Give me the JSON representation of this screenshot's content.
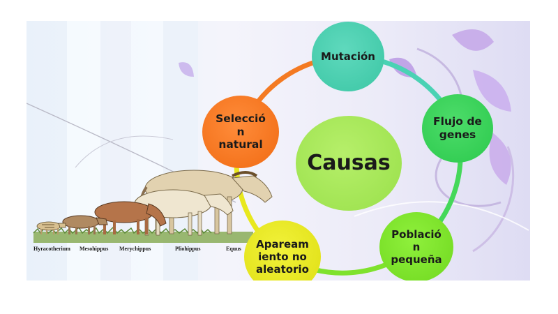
{
  "diagram": {
    "center": "Causas",
    "causes": [
      {
        "id": "mutacion",
        "lines": [
          "Mutación"
        ],
        "color": "#49cdb0"
      },
      {
        "id": "flujo",
        "lines": [
          "Flujo de",
          "genes"
        ],
        "color": "#36d05a"
      },
      {
        "id": "poblacion",
        "lines": [
          "Població",
          "n",
          "pequeña"
        ],
        "color": "#7fe22d"
      },
      {
        "id": "apareamiento",
        "lines": [
          "Apaream",
          "iento no",
          "aleatorio"
        ],
        "color": "#e8e820"
      },
      {
        "id": "seleccion",
        "lines": [
          "Selecció",
          "n",
          "natural"
        ],
        "color": "#f47a22"
      }
    ],
    "center_color": "#a4e45a"
  },
  "horse_image": {
    "labels": [
      "Hyracotherium",
      "Mesohippus",
      "Merychippus",
      "Pliohippus",
      "Equus"
    ]
  }
}
